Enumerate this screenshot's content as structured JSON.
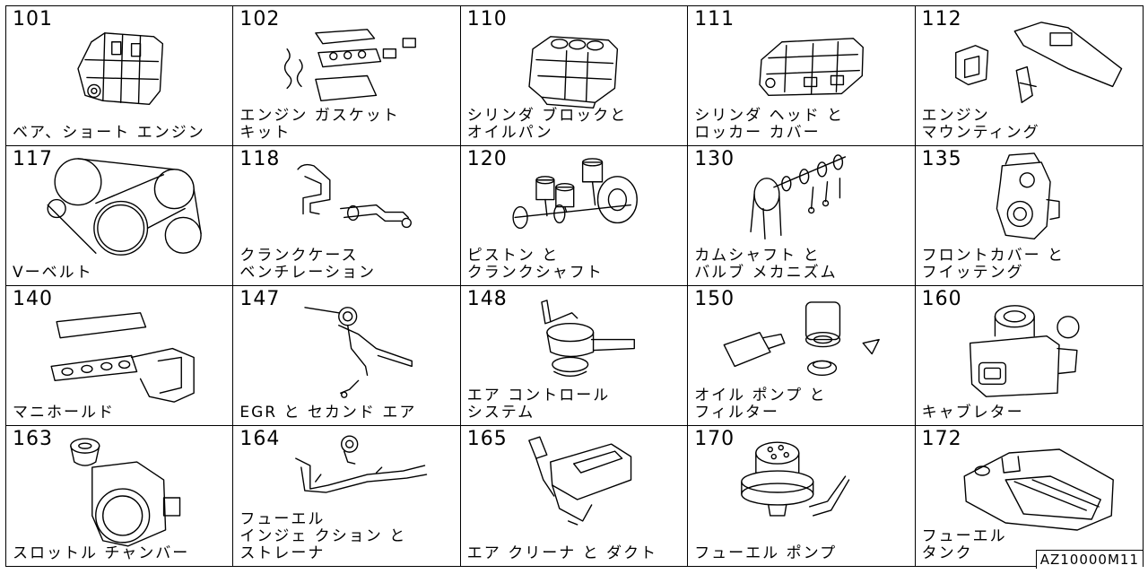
{
  "reference_code": "AZ10000M11",
  "parts": [
    {
      "code": "101",
      "label": "ベア、ショート エンジン",
      "icon": "short-engine-icon"
    },
    {
      "code": "102",
      "label": "エンジン ガスケット\nキット",
      "icon": "gasket-kit-icon"
    },
    {
      "code": "110",
      "label": "シリンダ ブロックと\nオイルパン",
      "icon": "cylinder-block-icon"
    },
    {
      "code": "111",
      "label": "シリンダ ヘッド と\nロッカー カバー",
      "icon": "cylinder-head-icon"
    },
    {
      "code": "112",
      "label": "エンジン\nマウンティング",
      "icon": "engine-mount-icon"
    },
    {
      "code": "117",
      "label": "Vーベルト",
      "icon": "v-belt-icon"
    },
    {
      "code": "118",
      "label": "クランクケース\nベンチレーション",
      "icon": "crankcase-ventilation-icon"
    },
    {
      "code": "120",
      "label": "ピストン と\nクランクシャフト",
      "icon": "piston-crankshaft-icon"
    },
    {
      "code": "130",
      "label": "カムシャフト と\nバルブ メカニズム",
      "icon": "camshaft-valve-icon"
    },
    {
      "code": "135",
      "label": "フロントカバー と\nフイッテング",
      "icon": "front-cover-icon"
    },
    {
      "code": "140",
      "label": "マニホールド",
      "icon": "manifold-icon"
    },
    {
      "code": "147",
      "label": "EGR と セカンド エア",
      "icon": "egr-icon"
    },
    {
      "code": "148",
      "label": "エア コントロール\nシステム",
      "icon": "air-control-icon"
    },
    {
      "code": "150",
      "label": "オイル ポンプ と\nフィルター",
      "icon": "oil-pump-filter-icon"
    },
    {
      "code": "160",
      "label": "キャブレター",
      "icon": "carburetor-icon"
    },
    {
      "code": "163",
      "label": "スロットル チャンバー",
      "icon": "throttle-chamber-icon"
    },
    {
      "code": "164",
      "label": "フューエル\nインジェ クション と\nストレーナ",
      "icon": "fuel-injection-icon"
    },
    {
      "code": "165",
      "label": "エア クリーナ と ダクト",
      "icon": "air-cleaner-icon"
    },
    {
      "code": "170",
      "label": "フューエル ポンプ",
      "icon": "fuel-pump-icon"
    },
    {
      "code": "172",
      "label": "フューエル\nタンク",
      "icon": "fuel-tank-icon"
    }
  ]
}
